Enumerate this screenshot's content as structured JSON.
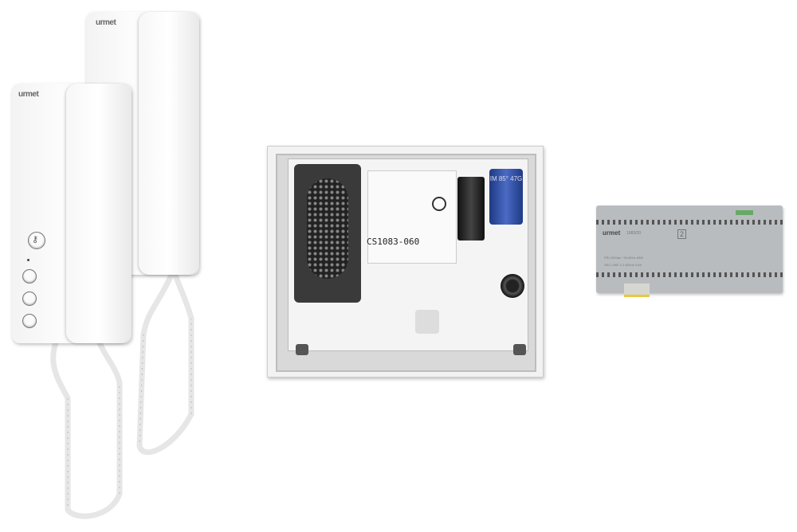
{
  "products": {
    "handset_back": {
      "logo": "urmet"
    },
    "handset_front": {
      "logo": "urmet",
      "buttons": [
        "key-button",
        "button-1",
        "button-2",
        "button-3"
      ]
    },
    "door_panel": {
      "pcb_label": "CS1083-060",
      "capacitor_text": "IM 85° 47G"
    },
    "power_supply": {
      "logo": "urmet",
      "model": "1083/20",
      "line1": "PRI 230Vac ~50-60Hz 60W",
      "line2": "SEC LINE 1-2 48Vdc 0.5A",
      "module_count": "2"
    }
  },
  "colors": {
    "handset": "#f5f5f5",
    "pcb": "#eeeeee",
    "speaker": "#3a3a3a",
    "capacitor": "#2d4fa3",
    "power_supply": "#b9bcbf"
  }
}
